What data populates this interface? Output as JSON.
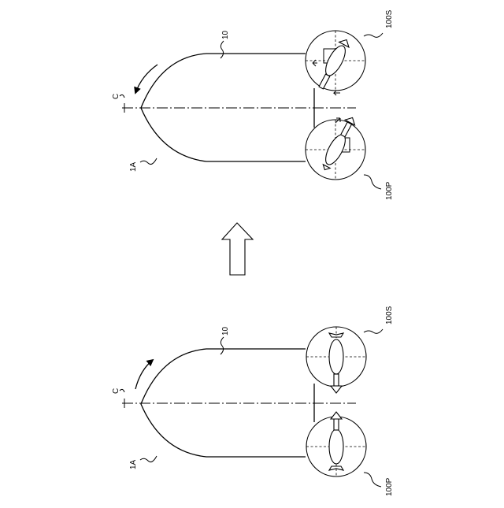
{
  "figure": {
    "top": {
      "hull_label": "10",
      "bow_label": "1A",
      "centerline_label": "C",
      "starboard_label": "100S",
      "port_label": "100P",
      "turn": "counterclockwise"
    },
    "bottom": {
      "hull_label": "10",
      "bow_label": "1A",
      "centerline_label": "C",
      "starboard_label": "100S",
      "port_label": "100P",
      "turn": "clockwise"
    },
    "transition_arrow": "up"
  }
}
